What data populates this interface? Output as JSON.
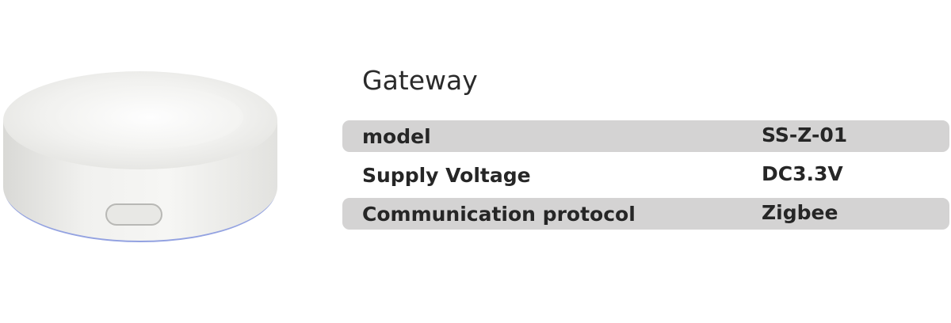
{
  "product": {
    "title": "Gateway",
    "image_icon": "round-gateway-hub-photo"
  },
  "specs": [
    {
      "label": "model",
      "value": "SS-Z-01"
    },
    {
      "label": "Supply Voltage",
      "value": "DC3.3V"
    },
    {
      "label": "Communication protocol",
      "value": "Zigbee"
    }
  ],
  "colors": {
    "row_shade": "#d4d3d3",
    "text": "#262626",
    "background": "#ffffff"
  }
}
